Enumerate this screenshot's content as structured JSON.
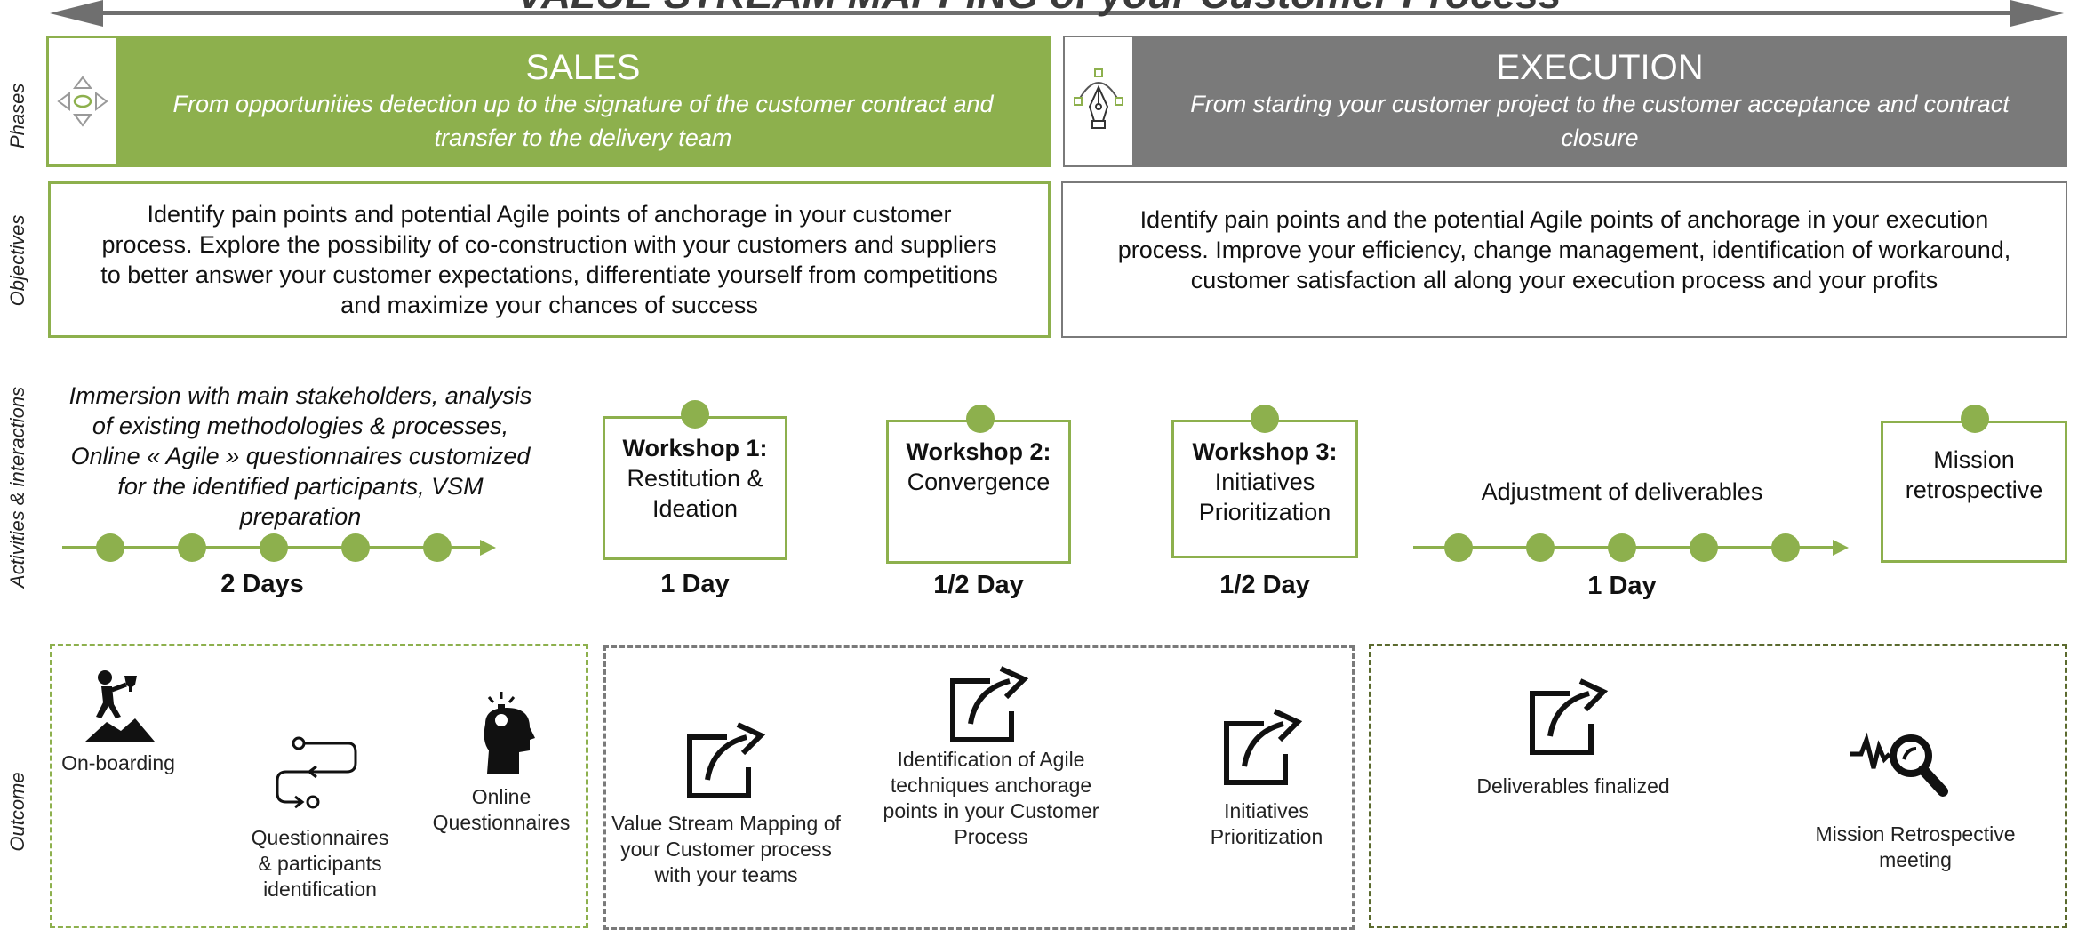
{
  "title": "VALUE STREAM MAPPING of your Customer Process",
  "row_labels": {
    "phases": "Phases",
    "objectives": "Objectives",
    "activities": "Activities & interactions",
    "outcome": "Outcome"
  },
  "phases": {
    "sales": {
      "title": "SALES",
      "desc_line1": "From opportunities detection up to the signature of the customer contract and",
      "desc_line2": "transfer to the delivery team",
      "color": "#8db04d"
    },
    "execution": {
      "title": "EXECUTION",
      "desc_line1": "From starting your customer project to the customer acceptance and contract",
      "desc_line2": "closure",
      "color": "#7a7a7a"
    }
  },
  "objectives": {
    "sales": [
      "Identify pain points and potential Agile points of anchorage in your customer",
      "process. Explore the possibility of co-construction with your customers and suppliers",
      "to better answer your customer expectations, differentiate yourself from competitions",
      "and maximize your chances of success"
    ],
    "execution": [
      "Identify pain points and the potential Agile points of anchorage in your execution",
      "process. Improve your efficiency, change management, identification of workaround,",
      "customer satisfaction all along your execution process and your profits"
    ]
  },
  "activities": {
    "immersion": [
      "Immersion with main stakeholders, analysis",
      "of existing methodologies & processes,",
      "Online « Agile » questionnaires customized",
      "for the identified participants, VSM",
      "preparation"
    ],
    "immersion_duration": "2 Days",
    "workshop1": {
      "title": "Workshop 1:",
      "lines": [
        "Restitution &",
        "Ideation"
      ],
      "duration": "1 Day"
    },
    "workshop2": {
      "title": "Workshop 2:",
      "lines": [
        "Convergence"
      ],
      "duration": "1/2 Day"
    },
    "workshop3": {
      "title": "Workshop 3:",
      "lines": [
        "Initiatives",
        "Prioritization"
      ],
      "duration": "1/2 Day"
    },
    "adjustment": "Adjustment of deliverables",
    "adjustment_duration": "1 Day",
    "retrospective": [
      "Mission",
      "retrospective"
    ]
  },
  "outcomes": {
    "onboarding": "On-boarding",
    "questionnaires": [
      "Questionnaires",
      "& participants",
      "identification"
    ],
    "online_questionnaires": [
      "Online",
      "Questionnaires"
    ],
    "vsm": [
      "Value Stream Mapping of",
      "your Customer process",
      "with your teams"
    ],
    "identification": [
      "Identification of Agile",
      "techniques anchorage",
      "points in your Customer",
      "Process"
    ],
    "initiatives": [
      "Initiatives",
      "Prioritization"
    ],
    "deliverables": "Deliverables finalized",
    "mission_retro": [
      "Mission Retrospective",
      "meeting"
    ]
  },
  "colors": {
    "green": "#8db04d",
    "gray": "#7a7a7a",
    "dark_olive": "#5b6a2e"
  }
}
